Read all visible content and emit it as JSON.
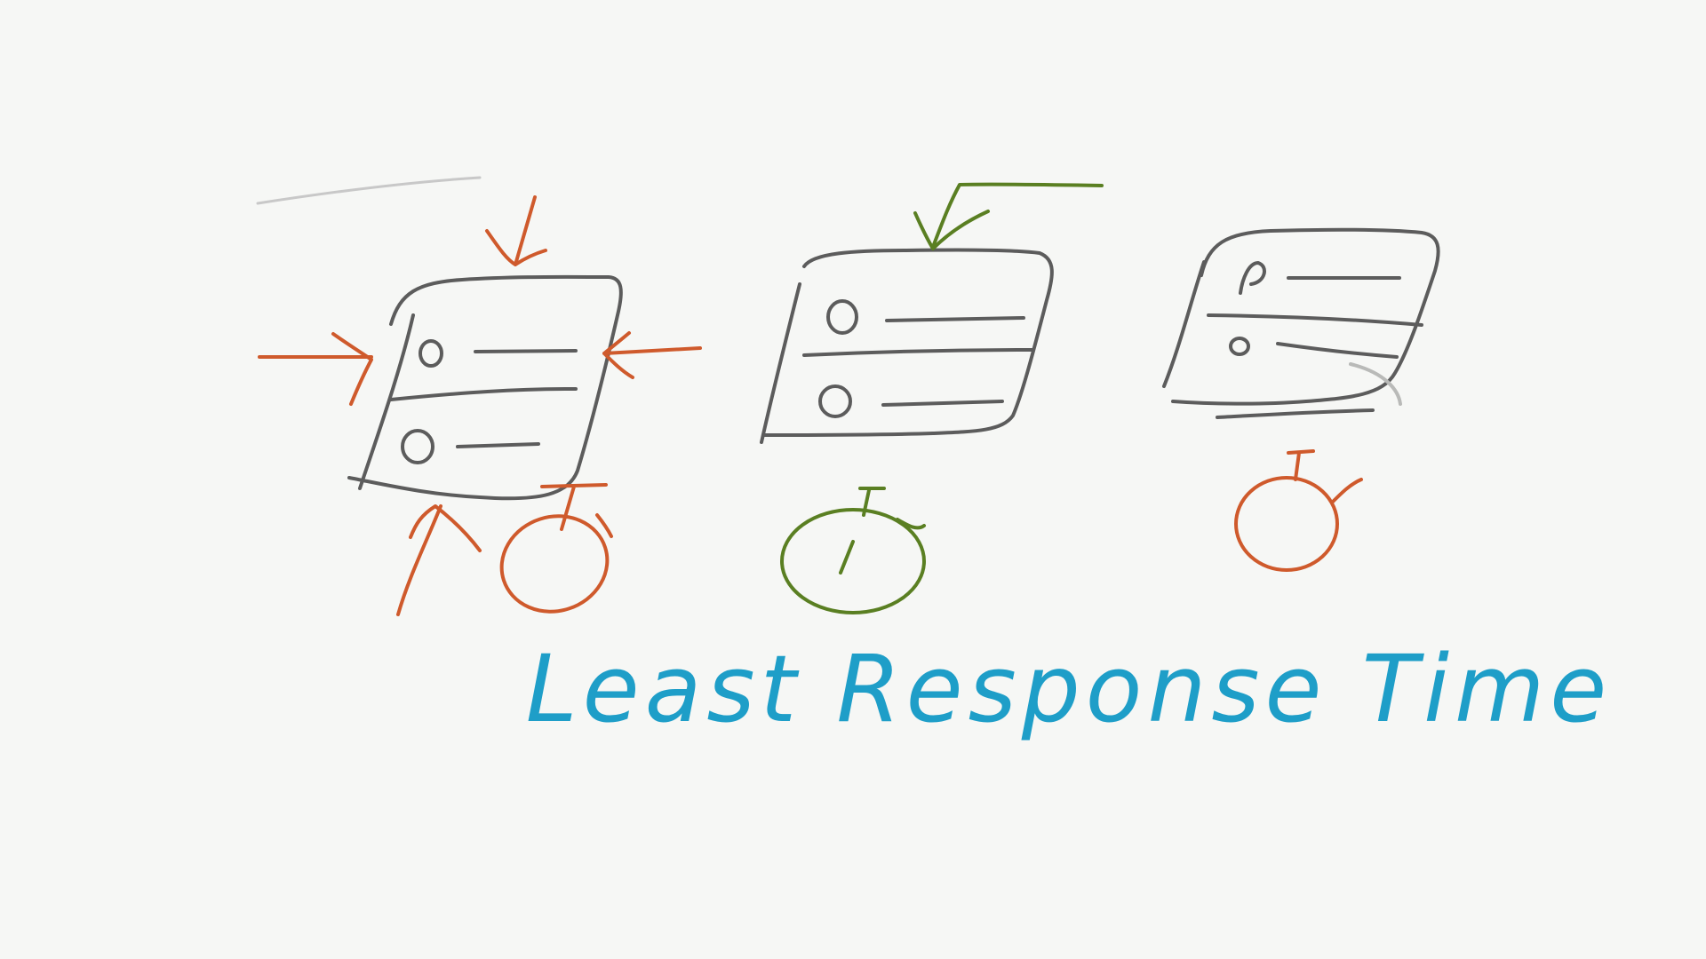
{
  "colors": {
    "background": "#f6f7f5",
    "server_outline": "#5c5c5c",
    "busy_arrows": "#cf5a2c",
    "chosen_arrow": "#5a7f22",
    "title": "#1e9ec8"
  },
  "diagram": {
    "title": "Least Response Time",
    "servers": [
      {
        "status": "busy",
        "incoming_arrows": 4,
        "timer": "slow"
      },
      {
        "status": "selected",
        "incoming_arrows": 1,
        "timer": "fastest"
      },
      {
        "status": "idle",
        "incoming_arrows": 0,
        "timer": "slow"
      }
    ]
  }
}
